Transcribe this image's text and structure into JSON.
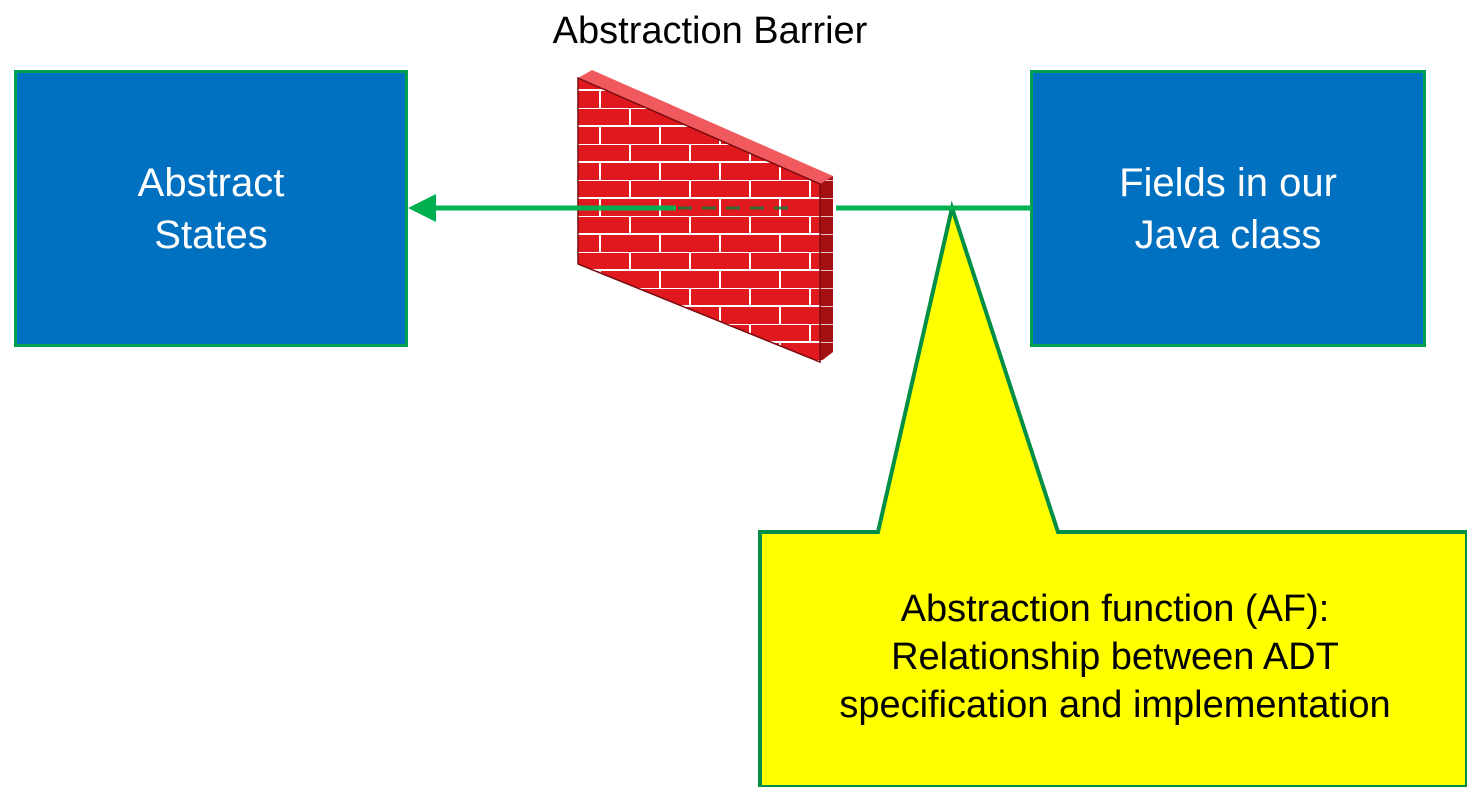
{
  "title": "Abstraction Barrier",
  "left_box": {
    "label": "Abstract\nStates"
  },
  "right_box": {
    "label": "Fields in our\nJava class"
  },
  "callout": {
    "text": "Abstraction function (AF):\nRelationship between ADT\nspecification and implementation"
  },
  "colors": {
    "box_fill": "#0070c0",
    "border": "#00a050",
    "arrow": "#00b050",
    "callout_fill": "#ffff00",
    "brick": "#e0191f"
  },
  "icons": {
    "wall": "brick-wall-icon",
    "arrow": "arrow-left-icon"
  }
}
